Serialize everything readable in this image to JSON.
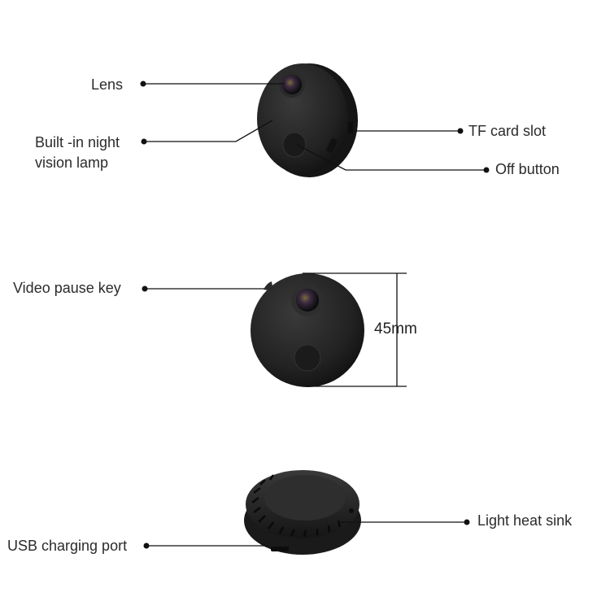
{
  "diagram": {
    "views": [
      {
        "id": "front-angled",
        "callouts": [
          {
            "label": "Lens",
            "side": "left"
          },
          {
            "label_line1": "Built -in night",
            "label_line2": "vision lamp",
            "side": "left"
          },
          {
            "label": "TF card slot",
            "side": "right"
          },
          {
            "label": "Off button",
            "side": "right"
          }
        ]
      },
      {
        "id": "front-flat",
        "callouts": [
          {
            "label": "Video pause key",
            "side": "left"
          }
        ],
        "dimension": {
          "value": "45mm"
        }
      },
      {
        "id": "back",
        "callouts": [
          {
            "label": "Light heat sink",
            "side": "right"
          },
          {
            "label": "USB charging port",
            "side": "left"
          }
        ]
      }
    ],
    "colors": {
      "body": "#1e1e1e",
      "line": "#111111",
      "text": "#2b2b2b",
      "background": "#ffffff"
    }
  }
}
